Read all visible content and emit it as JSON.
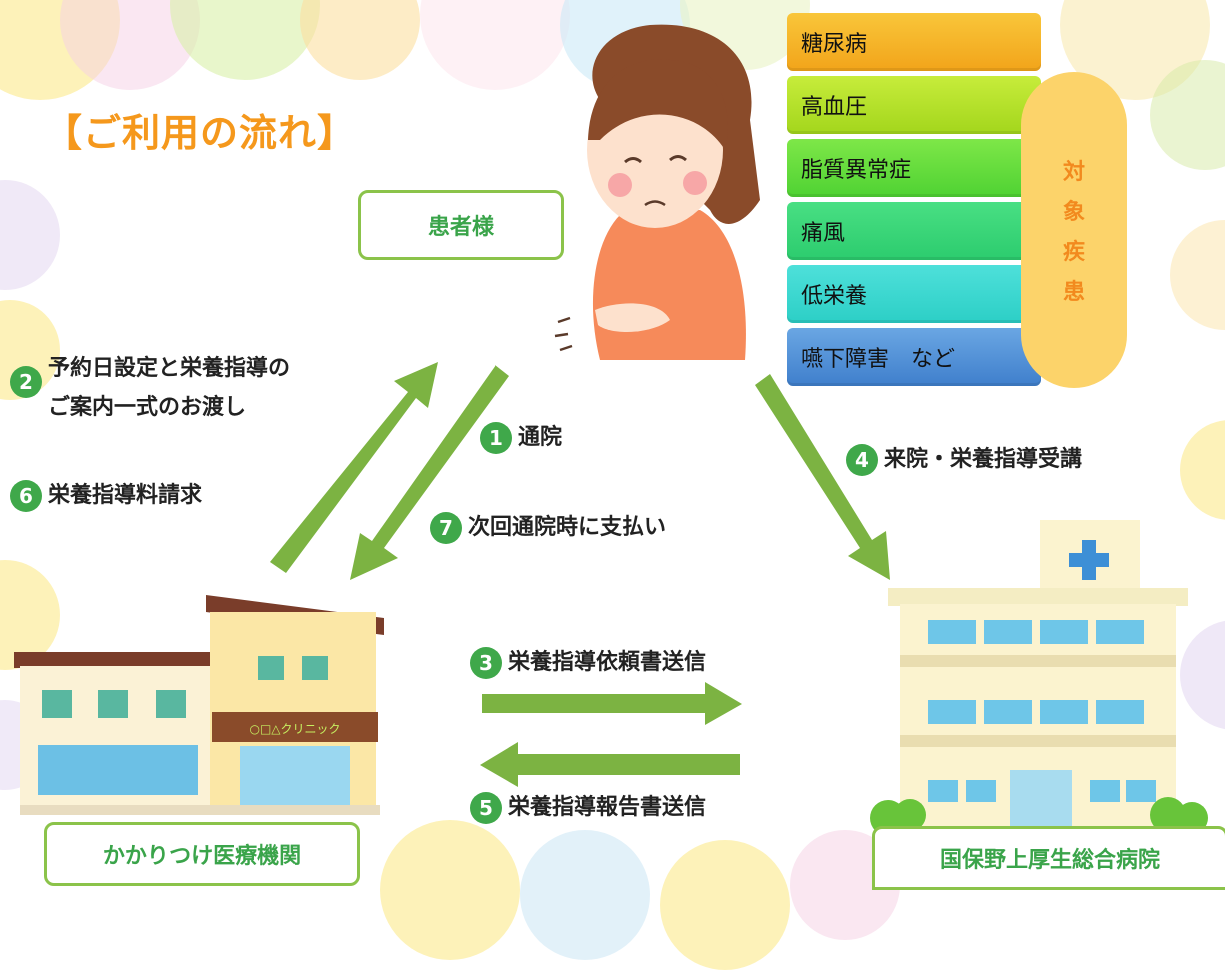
{
  "title": "【ご利用の流れ】",
  "patient_label": "患者様",
  "clinic_label": "かかりつけ医療機関",
  "clinic_sign": "○□△クリニック",
  "hospital_label": "国保野上厚生総合病院",
  "diseases": [
    {
      "name": "糖尿病",
      "color": "#f7b21f"
    },
    {
      "name": "高血圧",
      "color": "#b6e22a"
    },
    {
      "name": "脂質異常症",
      "color": "#63dc3a"
    },
    {
      "name": "痛風",
      "color": "#36d67a"
    },
    {
      "name": "低栄養",
      "color": "#3ad6cf"
    },
    {
      "name": "嚥下障害　など",
      "color": "#4f8fd6"
    }
  ],
  "target_chars": [
    "対",
    "象",
    "疾",
    "患"
  ],
  "steps": {
    "s1": {
      "num": "1",
      "text": "通院"
    },
    "s2": {
      "num": "2",
      "line1": "予約日設定と栄養指導の",
      "line2": "ご案内一式のお渡し"
    },
    "s3": {
      "num": "3",
      "text": "栄養指導依頼書送信"
    },
    "s4": {
      "num": "4",
      "text": "来院・栄養指導受講"
    },
    "s5": {
      "num": "5",
      "text": "栄養指導報告書送信"
    },
    "s6": {
      "num": "6",
      "text": "栄養指導料請求"
    },
    "s7": {
      "num": "7",
      "text": "次回通院時に支払い"
    }
  },
  "colors": {
    "arrow": "#7cb342",
    "step_circle": "#3fa84a",
    "label_border": "#8bc34a",
    "label_text": "#3aa44a",
    "title": "#f5981c"
  }
}
